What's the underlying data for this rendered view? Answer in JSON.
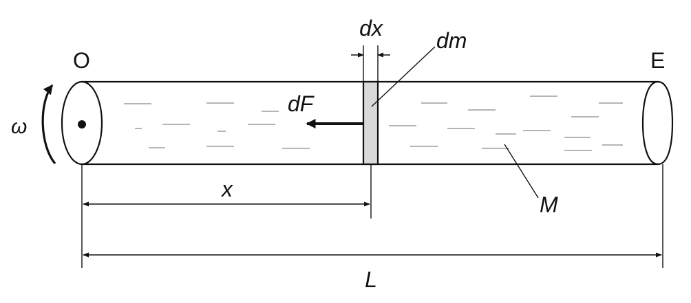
{
  "diagram": {
    "labels": {
      "origin": "O",
      "end": "E",
      "angular_velocity": "ω",
      "element_width": "dx",
      "element_mass": "dm",
      "force": "dF",
      "position": "x",
      "rod_mass": "M",
      "length": "L"
    },
    "colors": {
      "line": "#111111",
      "element_fill": "#d9d9d9",
      "hatch": "#6b6b6b",
      "background": "#ffffff"
    }
  }
}
